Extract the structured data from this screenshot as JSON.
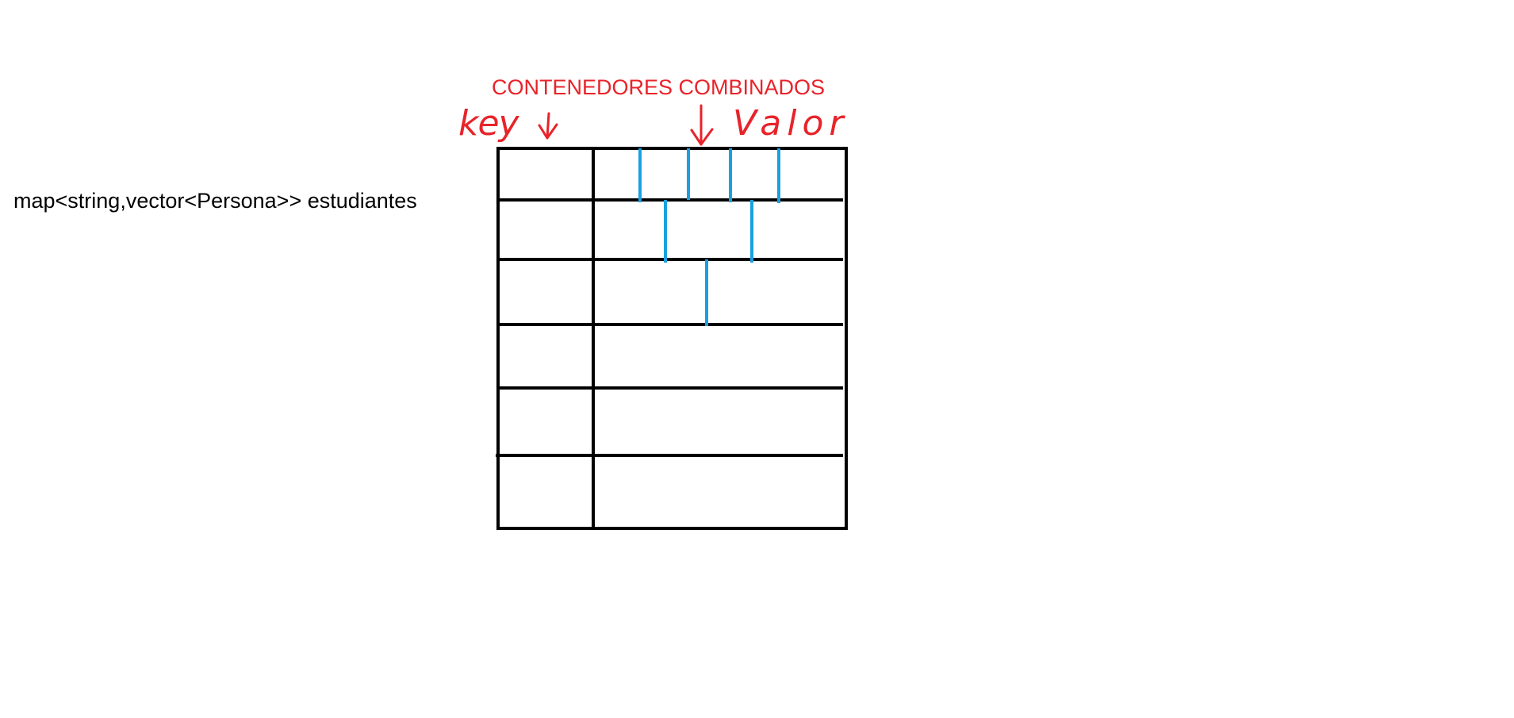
{
  "title": "CONTENEDORES COMBINADOS",
  "code_label": "map<string,vector<Persona>> estudiantes",
  "key_label": "key",
  "valor_label": "Valor",
  "colors": {
    "annotation": "#e8232a",
    "vector_divider": "#1aa0e0",
    "grid": "#000000"
  },
  "icons": [
    "arrow-down-icon",
    "arrow-down-icon"
  ],
  "table": {
    "rows": 6,
    "columns": [
      "key",
      "valor"
    ],
    "vector_elements_per_row": [
      5,
      3,
      2,
      1,
      1,
      1
    ]
  }
}
